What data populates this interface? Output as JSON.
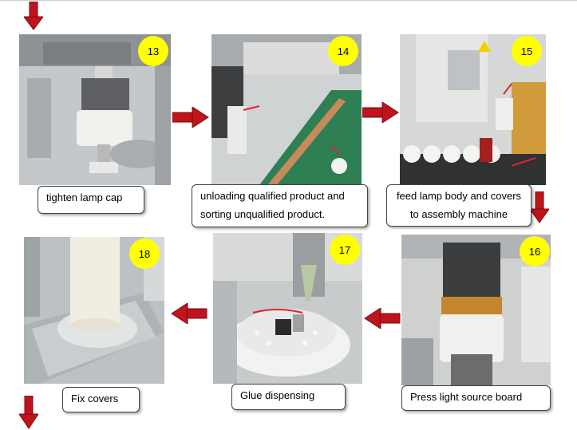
{
  "colors": {
    "arrow": "#c0141c",
    "badge": "#ffff00",
    "caption_border": "#444444"
  },
  "steps": [
    {
      "number": "13",
      "caption": "tighten lamp cap"
    },
    {
      "number": "14",
      "caption_line1": "unloading qualified product and",
      "caption_line2": "sorting unqualified product."
    },
    {
      "number": "15",
      "caption_line1": "feed lamp body and covers",
      "caption_line2": "to assembly machine"
    },
    {
      "number": "16",
      "caption": "Press light source board"
    },
    {
      "number": "17",
      "caption": "Glue dispensing"
    },
    {
      "number": "18",
      "caption": "Fix covers"
    }
  ]
}
